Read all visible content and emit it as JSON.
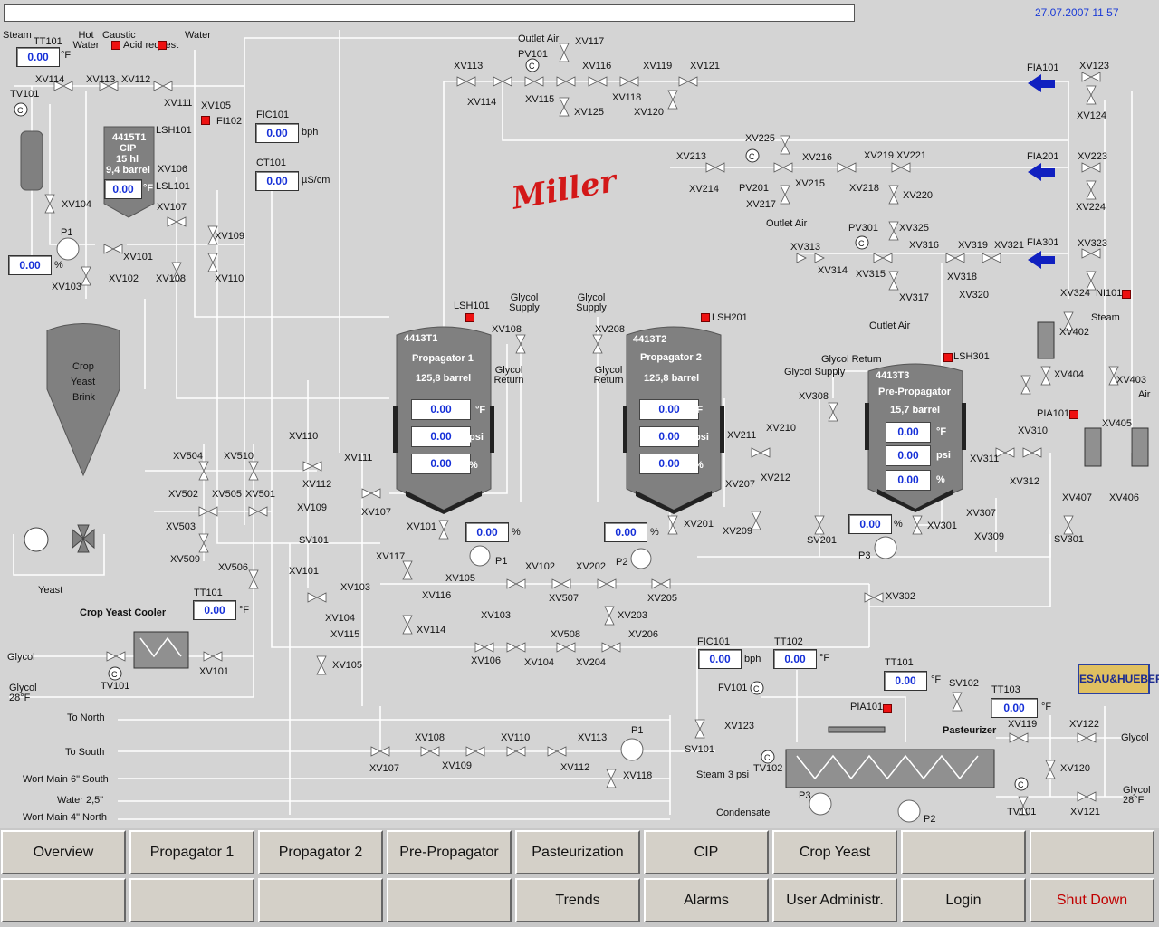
{
  "header": {
    "datetime": "27.07.2007 11  57"
  },
  "values": {
    "tt101_cip": "0.00",
    "tv101_cip": "0.00",
    "cip_tank": "0.00",
    "fic101": "0.00",
    "ct101": "0.00",
    "prop1_temp": "0.00",
    "prop1_press": "0.00",
    "prop1_level": "0.00",
    "prop2_temp": "0.00",
    "prop2_press": "0.00",
    "prop2_level": "0.00",
    "pre_temp": "0.00",
    "pre_press": "0.00",
    "pre_level": "0.00",
    "xv101_pct": "0.00",
    "xv201_pct": "0.00",
    "xv301_pct": "0.00",
    "tt101_cooler": "0.00",
    "fic101_past": "0.00",
    "tt102_past": "0.00",
    "tt101_past": "0.00",
    "tt103_past": "0.00"
  },
  "units": {
    "degF": "°F",
    "psi": "psi",
    "pct": "%",
    "bph": "bph",
    "uscm": "µS/cm"
  },
  "tanks": {
    "cip": {
      "id": "4415T1",
      "name": "CIP",
      "vol1": "15 hl",
      "vol2": "9,4 barrel"
    },
    "prop1": {
      "id": "4413T1",
      "name": "Propagator 1",
      "vol": "125,8 barrel"
    },
    "prop2": {
      "id": "4413T2",
      "name": "Propagator 2",
      "vol": "125,8 barrel"
    },
    "pre": {
      "id": "4413T3",
      "name": "Pre-Propagator",
      "vol": "15,7 barrel"
    },
    "crop": {
      "l1": "Crop",
      "l2": "Yeast",
      "l3": "Brink"
    }
  },
  "labels": {
    "steam": "Steam",
    "tt101": "TT101",
    "hot_water": "Hot Water",
    "caustic": "Caustic",
    "acid": "Acid request",
    "water": "Water",
    "xv114": "XV114",
    "xv113": "XV113",
    "xv112": "XV112",
    "xv111": "XV111",
    "xv105": "XV105",
    "tv101": "TV101",
    "lsh101": "LSH101",
    "fi102": "FI102",
    "fic101": "FIC101",
    "ct101": "CT101",
    "xv106": "XV106",
    "lsl101": "LSL101",
    "xv107": "XV107",
    "xv104": "XV104",
    "xv109": "XV109",
    "p1": "P1",
    "xv101": "XV101",
    "xv103": "XV103",
    "xv102": "XV102",
    "xv108": "XV108",
    "xv110": "XV110",
    "outlet_air": "Outlet Air",
    "xv117": "XV117",
    "pv101": "PV101",
    "xv116": "XV116",
    "xv119": "XV119",
    "xv121": "XV121",
    "xv115": "XV115",
    "xv118": "XV118",
    "xv125": "XV125",
    "xv120": "XV120",
    "fia101": "FIA101",
    "xv123": "XV123",
    "xv124": "XV124",
    "fia201": "FIA201",
    "xv223": "XV223",
    "xv224": "XV224",
    "fia301": "FIA301",
    "xv323": "XV323",
    "xv324": "XV324",
    "ni101": "NI101",
    "xv402": "XV402",
    "xv404": "XV404",
    "xv403": "XV403",
    "air": "Air",
    "pia101": "PIA101",
    "xv405": "XV405",
    "xv407": "XV407",
    "xv406": "XV406",
    "xv225": "XV225",
    "xv213": "XV213",
    "xv216": "XV216",
    "xv219": "XV219",
    "xv221": "XV221",
    "xv214": "XV214",
    "pv201": "PV201",
    "xv215": "XV215",
    "xv218": "XV218",
    "xv220": "XV220",
    "xv217": "XV217",
    "pv301": "PV301",
    "xv325": "XV325",
    "xv313": "XV313",
    "xv316": "XV316",
    "xv319": "XV319",
    "xv321": "XV321",
    "xv314": "XV314",
    "xv315": "XV315",
    "xv318": "XV318",
    "xv320": "XV320",
    "xv317": "XV317",
    "glycol_supply": "Glycol Supply",
    "glycol_return": "Glycol Return",
    "lsh201": "LSH201",
    "lsh301": "LSH301",
    "xv208": "XV208",
    "xv308": "XV308",
    "xv310": "XV310",
    "xv311": "XV311",
    "xv312": "XV312",
    "xv210": "XV210",
    "xv211": "XV211",
    "xv212": "XV212",
    "xv207": "XV207",
    "xv209": "XV209",
    "sv201": "SV201",
    "xv201": "XV201",
    "xv301": "XV301",
    "xv307": "XV307",
    "xv309": "XV309",
    "sv301": "SV301",
    "p2": "P2",
    "p3": "P3",
    "xv504": "XV504",
    "xv510": "XV510",
    "xv502": "XV502",
    "xv505": "XV505",
    "xv501": "XV501",
    "xv503": "XV503",
    "xv509": "XV509",
    "xv506": "XV506",
    "yeast": "Yeast",
    "crop_cooler": "Crop Yeast Cooler",
    "glycol": "Glycol",
    "glycol_28": "Glycol 28°F",
    "sv101": "SV101",
    "xv507": "XV507",
    "xv202": "XV202",
    "xv205": "XV205",
    "xv203": "XV203",
    "xv508": "XV508",
    "xv206": "XV206",
    "xv204": "XV204",
    "xv302": "XV302",
    "to_north": "To North",
    "to_south": "To South",
    "wort6": "Wort Main 6\" South",
    "water25": "Water 2,5\"",
    "wort4": "Wort Main 4\" North",
    "fv101": "FV101",
    "tt102": "TT102",
    "sv102": "SV102",
    "tt103": "TT103",
    "pasteurizer": "Pasteurizer",
    "xv122": "XV122",
    "steam3": "Steam 3 psi",
    "tv102": "TV102",
    "condensate": "Condensate"
  },
  "nav": {
    "row1": [
      "Overview",
      "Propagator 1",
      "Propagator 2",
      "Pre-Propagator",
      "Pasteurization",
      "CIP",
      "Crop Yeast",
      "",
      ""
    ],
    "row2": [
      "",
      "",
      "",
      "",
      "Trends",
      "Alarms",
      "User Administr.",
      "Login",
      "Shut Down"
    ]
  },
  "colors": {
    "pipe": "#ffffff",
    "tank": "#808080",
    "value": "#1630d8",
    "alarm": "#e11111",
    "arrow": "#1020c0",
    "shutdown": "#c00000"
  }
}
